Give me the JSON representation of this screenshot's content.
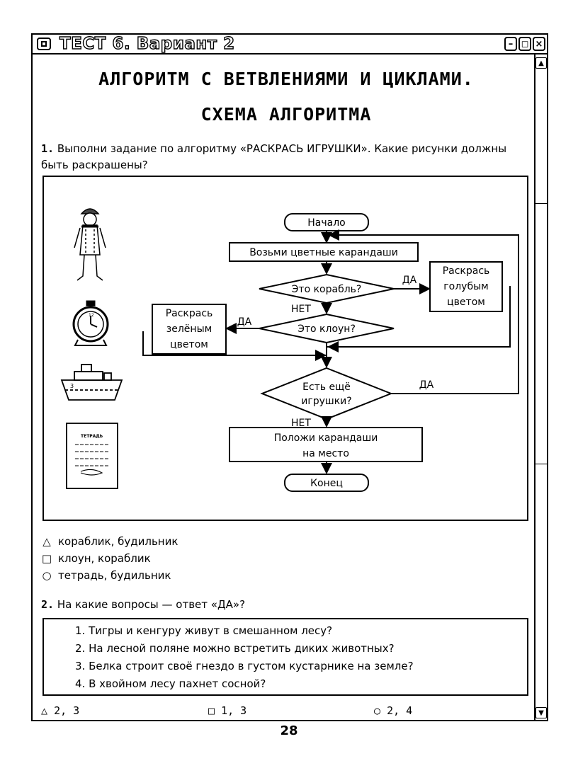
{
  "window": {
    "title": "ТЕСТ 6. Вариант 2",
    "buttons": {
      "minimize": "–",
      "restore": "◻",
      "close": "×"
    }
  },
  "heading": {
    "line1": "АЛГОРИТМ С ВЕТВЛЕНИЯМИ И ЦИКЛАМИ.",
    "line2": "СХЕМА АЛГОРИТМА"
  },
  "question1": {
    "number": "1.",
    "text": "Выполни задание по алгоритму «РАСКРАСЬ ИГРУШКИ». Какие рисунки должны быть раскрашены?",
    "pictures": [
      {
        "icon": "clown-icon"
      },
      {
        "icon": "alarm-clock-icon"
      },
      {
        "icon": "ship-icon"
      },
      {
        "icon": "notebook-icon",
        "label": "ТЕТРАДЬ"
      }
    ],
    "flowchart": {
      "start": "Начало",
      "take": "Возьми цветные карандаши",
      "cond_ship": "Это корабль?",
      "paint_blue": [
        "Раскрась",
        "голубым",
        "цветом"
      ],
      "cond_clown": "Это клоун?",
      "paint_green": [
        "Раскрась",
        "зелёным",
        "цветом"
      ],
      "cond_more": [
        "Есть ещё",
        "игрушки?"
      ],
      "put_back": [
        "Положи карандаши",
        "на место"
      ],
      "end": "Конец",
      "yes": "ДА",
      "no": "НЕТ"
    },
    "answers": [
      {
        "symbol": "△",
        "text": "кораблик, будильник"
      },
      {
        "symbol": "□",
        "text": "клоун, кораблик"
      },
      {
        "symbol": "○",
        "text": "тетрадь, будильник"
      }
    ]
  },
  "question2": {
    "number": "2.",
    "text": "На какие вопросы — ответ «ДА»?",
    "items": [
      "1. Тигры и кенгуру живут в смешанном лесу?",
      "2. На лесной поляне можно встретить диких животных?",
      "3. Белка строит своё гнездо в густом кустарнике на земле?",
      "4. В хвойном лесу пахнет сосной?"
    ],
    "answers": [
      {
        "symbol": "△",
        "text": "2, 3"
      },
      {
        "symbol": "□",
        "text": "1, 3"
      },
      {
        "symbol": "○",
        "text": "2, 4"
      }
    ]
  },
  "page_number": "28"
}
